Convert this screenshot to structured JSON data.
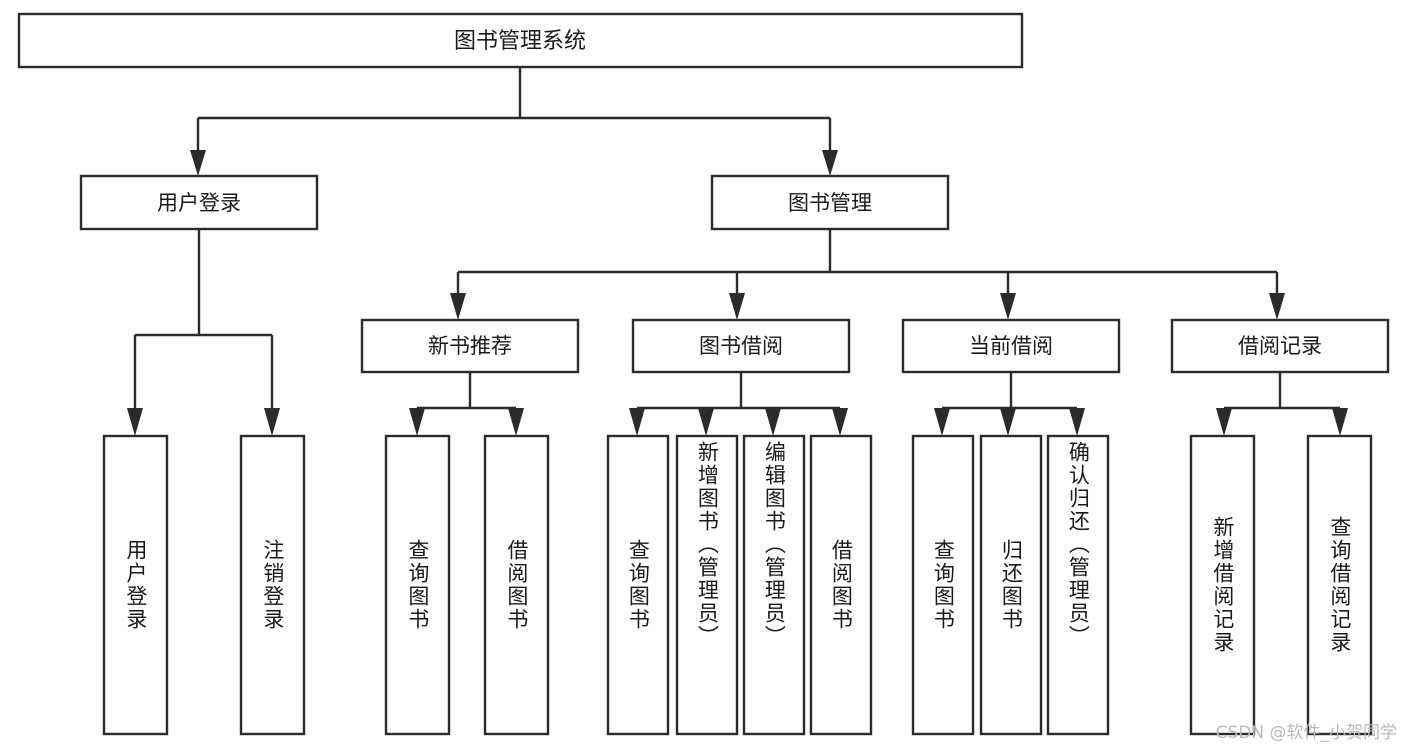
{
  "diagram": {
    "type": "tree-hierarchy",
    "title": "图书管理系统",
    "background_color": "#ffffff",
    "stroke_color": "#2b2b2b",
    "text_color": "#1a1a1a",
    "root": {
      "label": "图书管理系统"
    },
    "level2": [
      {
        "label": "用户登录"
      },
      {
        "label": "图书管理"
      }
    ],
    "level3": [
      {
        "label": "新书推荐"
      },
      {
        "label": "图书借阅"
      },
      {
        "label": "当前借阅"
      },
      {
        "label": "借阅记录"
      }
    ],
    "leaves": {
      "user_login": [
        {
          "label": "用户登录"
        },
        {
          "label": "注销登录"
        }
      ],
      "new_book_recommend": [
        {
          "label": "查询图书"
        },
        {
          "label": "借阅图书"
        }
      ],
      "book_borrow": [
        {
          "label": "查询图书"
        },
        {
          "label": "新增图书（管理员）"
        },
        {
          "label": "编辑图书（管理员）"
        },
        {
          "label": "借阅图书"
        }
      ],
      "current_borrow": [
        {
          "label": "查询图书"
        },
        {
          "label": "归还图书"
        },
        {
          "label": "确认归还（管理员）"
        }
      ],
      "borrow_record": [
        {
          "label": "新增借阅记录"
        },
        {
          "label": "查询借阅记录"
        }
      ]
    },
    "watermark": "CSDN @软件_小贺同学"
  }
}
